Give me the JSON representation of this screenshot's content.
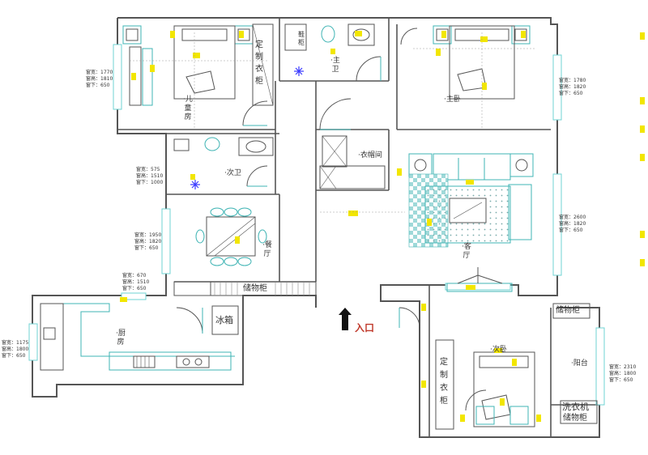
{
  "rooms": {
    "kids_room": "·儿童房",
    "master_bath": "·主卫",
    "master_bedroom": "·主卧",
    "wardrobe_room": "·衣帽间",
    "second_bath": "·次卫",
    "dining": "·餐厅",
    "living": "·客厅",
    "kitchen": "·厨房",
    "second_bedroom": "·次卧",
    "balcony": "·阳台"
  },
  "furniture": {
    "wardrobe_1": "定制衣柜",
    "wardrobe_2": "定制衣柜",
    "storage_1": "储物柜",
    "storage_2": "储物柜",
    "storage_3": "储物柜",
    "fridge": "冰箱",
    "washer": "洗衣机",
    "shoe_cabinet": "鞋柜"
  },
  "entrance": "入口",
  "windows": {
    "kids": [
      "窗宽：1770",
      "窗高：1810",
      "窗下：650"
    ],
    "second_bath": [
      "窗宽：575",
      "窗高：1510",
      "窗下：1000"
    ],
    "dining": [
      "窗宽：1950",
      "窗高：1820",
      "窗下：650"
    ],
    "kitchen_top": [
      "窗宽：670",
      "窗高：1510",
      "窗下：650"
    ],
    "kitchen_left": [
      "窗宽：1175",
      "窗高：1800",
      "窗下：650"
    ],
    "master": [
      "窗宽：1780",
      "窗高：1820",
      "窗下：650"
    ],
    "living": [
      "窗宽：2600",
      "窗高：1820",
      "窗下：650"
    ],
    "balcony": [
      "窗宽：2310",
      "窗高：1800",
      "窗下：650"
    ]
  },
  "colors": {
    "wall": "#555555",
    "fixture": "#3fb4b4",
    "window": "#6fd3d3",
    "marker": "#f2e600",
    "hatch": "#8c8c8c",
    "entry_arrow": "#111111",
    "entry_text": "#c0392b"
  }
}
